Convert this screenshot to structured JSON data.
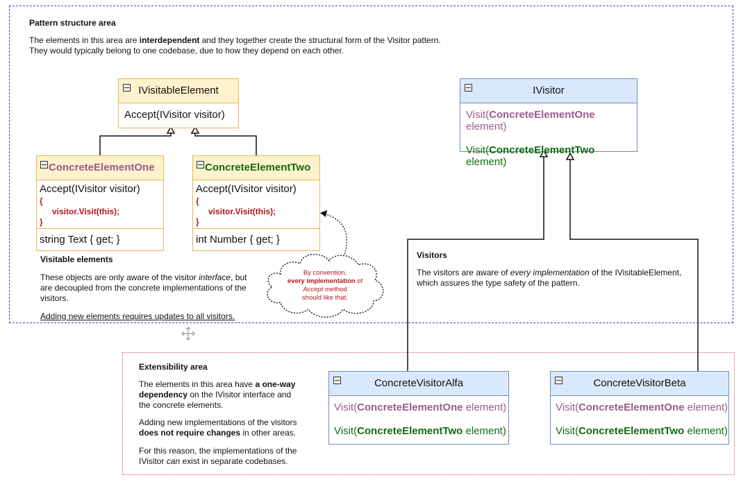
{
  "pattern_area": {
    "title": "Pattern structure area",
    "intro_pre": "The elements in this area are ",
    "intro_bold": "interdependent",
    "intro_post": " and they together create the structural form of the Visitor pattern.",
    "intro_line2": "They would typically belong to one codebase, due to how they depend on each other."
  },
  "ivisitable": {
    "name": "IVisitableElement",
    "method": "Accept(IVisitor visitor)"
  },
  "element_one": {
    "name": "ConcreteElementOne",
    "method": "Accept(IVisitor visitor)",
    "brace_open": "{",
    "body": "visitor.Visit(this);",
    "brace_close": "}",
    "property": "string Text { get; }"
  },
  "element_two": {
    "name": "ConcreteElementTwo",
    "method": "Accept(IVisitor visitor)",
    "brace_open": "{",
    "body": "visitor.Visit(this);",
    "brace_close": "}",
    "property": "int Number { get; }"
  },
  "visitable_note": {
    "title": "Visitable elements",
    "line1_pre": "These objects are only aware of the visitor ",
    "line1_italic": "interface",
    "line1_post": ", but",
    "line2": "are decoupled from the concrete implementations of the",
    "line3": "visitors.",
    "underline": "Adding new elements requires updates to all visitors."
  },
  "cloud": {
    "line1": "By convention,",
    "line2_bold": "every implementation",
    "line2_post": " of",
    "line3_italic": "Accept",
    "line3_post": " method",
    "line4": "should like that."
  },
  "ivisitor": {
    "name": "IVisitor",
    "m1_pre": "Visit(",
    "m1_type": "ConcreteElementOne",
    "m1_post": " element)",
    "m2_pre": "Visit(",
    "m2_type": "ConcreteElementTwo",
    "m2_post": " element)"
  },
  "visitors_note": {
    "title": "Visitors",
    "line1_pre": "The visitors are aware of ",
    "line1_italic": "every implementation",
    "line1_post": " of the IVisitableElement,",
    "line2": "which assures the type safety of the pattern."
  },
  "ext_area": {
    "title": "Extensibility area",
    "p1_pre": "The elements in this area have ",
    "p1_bold": "a one-way",
    "p1_bold2": "dependency",
    "p1_post": " on the IVisitor interface and",
    "p1_line3": "the concrete elements.",
    "p2_line1": "Adding new implementations of the visitors",
    "p2_bold": "does not require changes",
    "p2_post": " in other areas.",
    "p3_line1": "For this reason, the implementations of the",
    "p3_pre": "IVisitor ",
    "p3_italic": "can",
    "p3_post": " exist in separate codebases."
  },
  "visitor_alfa": {
    "name": "ConcreteVisitorAlfa",
    "m1_pre": "Visit(",
    "m1_type": "ConcreteElementOne",
    "m1_post": " element)",
    "m2_pre": "Visit(",
    "m2_type": "ConcreteElementTwo",
    "m2_post": " element)"
  },
  "visitor_beta": {
    "name": "ConcreteVisitorBeta",
    "m1_pre": "Visit(",
    "m1_type": "ConcreteElementOne",
    "m1_post": " element)",
    "m2_pre": "Visit(",
    "m2_type": "ConcreteElementTwo",
    "m2_post": " element)"
  },
  "colors": {
    "yellow_fill": "#fff2cc",
    "yellow_stroke": "#e6b650",
    "blue_fill": "#dae8fc",
    "blue_stroke": "#6c8ebf",
    "purple": "#9a5a8c",
    "green": "#0f6b0f",
    "red": "#b0161c"
  }
}
